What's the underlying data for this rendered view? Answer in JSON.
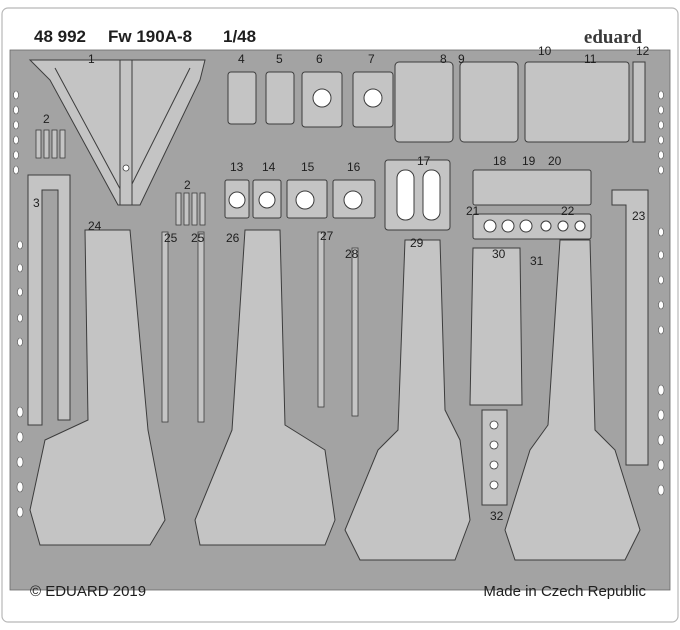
{
  "header": {
    "code": "48 992",
    "model": "Fw 190A-8",
    "scale": "1/48",
    "brand": "eduard"
  },
  "footer": {
    "copyright": "© EDUARD 2019",
    "origin": "Made in Czech Republic"
  },
  "part_numbers": [
    "1",
    "2",
    "3",
    "4",
    "5",
    "6",
    "7",
    "8",
    "9",
    "10",
    "11",
    "12",
    "13",
    "14",
    "15",
    "16",
    "17",
    "18",
    "19",
    "20",
    "21",
    "22",
    "2",
    "23",
    "24",
    "25",
    "25",
    "26",
    "27",
    "28",
    "29",
    "30",
    "31",
    "32"
  ],
  "colors": {
    "fret": "#a3a3a3",
    "part": "#c4c4c4",
    "outline": "#3c3c3c",
    "text": "#1e1e1e"
  }
}
